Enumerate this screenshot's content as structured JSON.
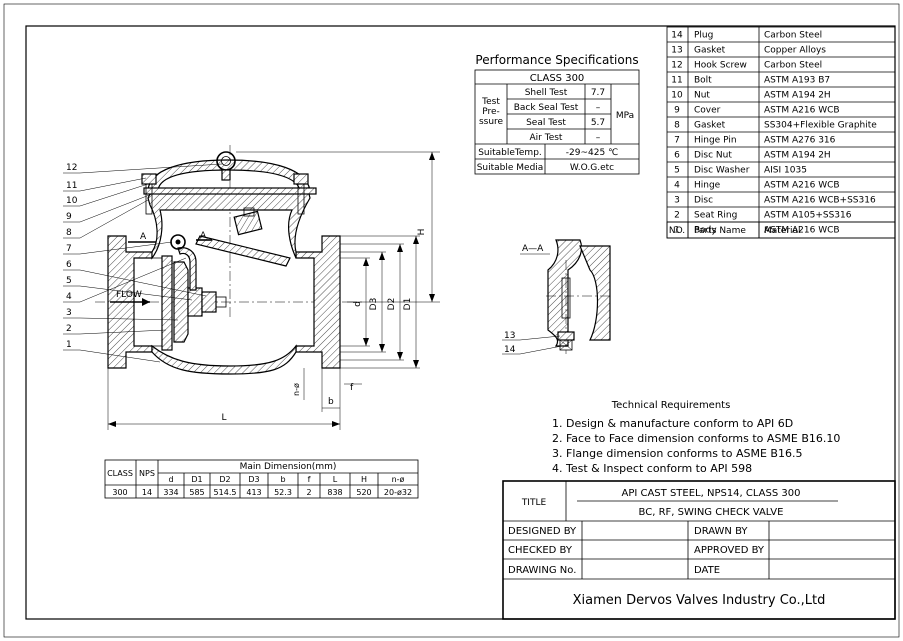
{
  "parts_list": {
    "header": {
      "no": "NO.",
      "name": "Parts Name",
      "material": "Material"
    },
    "rows": [
      {
        "no": "14",
        "name": "Plug",
        "material": "Carbon Steel"
      },
      {
        "no": "13",
        "name": "Gasket",
        "material": "Copper Alloys"
      },
      {
        "no": "12",
        "name": "Hook Screw",
        "material": "Carbon Steel"
      },
      {
        "no": "11",
        "name": "Bolt",
        "material": "ASTM A193 B7"
      },
      {
        "no": "10",
        "name": "Nut",
        "material": "ASTM A194 2H"
      },
      {
        "no": "9",
        "name": "Cover",
        "material": "ASTM A216 WCB"
      },
      {
        "no": "8",
        "name": "Gasket",
        "material": "SS304+Flexible Graphite"
      },
      {
        "no": "7",
        "name": "Hinge Pin",
        "material": "ASTM A276 316"
      },
      {
        "no": "6",
        "name": "Disc Nut",
        "material": "ASTM A194 2H"
      },
      {
        "no": "5",
        "name": "Disc Washer",
        "material": "AISI 1035"
      },
      {
        "no": "4",
        "name": "Hinge",
        "material": "ASTM A216 WCB"
      },
      {
        "no": "3",
        "name": "Disc",
        "material": "ASTM A216 WCB+SS316"
      },
      {
        "no": "2",
        "name": "Seat Ring",
        "material": "ASTM A105+SS316"
      },
      {
        "no": "1",
        "name": "Body",
        "material": "ASTM A216 WCB"
      }
    ]
  },
  "performance": {
    "title": "Performance Specifications",
    "class_label": "CLASS 300",
    "test_pressure_label": [
      "Test",
      "Pre-",
      "ssure"
    ],
    "tests": [
      {
        "name": "Shell Test",
        "value": "7.7"
      },
      {
        "name": "Back Seal Test",
        "value": "–"
      },
      {
        "name": "Seal Test",
        "value": "5.7"
      },
      {
        "name": "Air Test",
        "value": "–"
      }
    ],
    "unit": "MPa",
    "temp_label": "SuitableTemp.",
    "temp_value": "-29~425 ℃",
    "media_label": "Suitable Media",
    "media_value": "W.O.G.etc"
  },
  "technical_requirements": {
    "title": "Technical Requirements",
    "items": [
      "1. Design & manufacture conform to API 6D",
      "2. Face to Face dimension conforms to ASME B16.10",
      "3. Flange dimension conforms to ASME B16.5",
      "4. Test & Inspect conform to API 598"
    ]
  },
  "dimensions_table": {
    "class_label": "CLASS",
    "nps_label": "NPS",
    "group_label": "Main Dimension(mm)",
    "columns": [
      "d",
      "D1",
      "D2",
      "D3",
      "b",
      "f",
      "L",
      "H",
      "n-ø"
    ],
    "row": {
      "class": "300",
      "nps": "14",
      "values": [
        "334",
        "585",
        "514.5",
        "413",
        "52.3",
        "2",
        "838",
        "520",
        "20-ø32"
      ]
    }
  },
  "title_block": {
    "title_label": "TITLE",
    "title_line1": "API CAST STEEL, NPS14, CLASS 300",
    "title_line2": "BC, RF, SWING CHECK VALVE",
    "designed_by": "DESIGNED BY",
    "drawn_by": "DRAWN BY",
    "checked_by": "CHECKED BY",
    "approved_by": "APPROVED BY",
    "drawing_no": "DRAWING No.",
    "date": "DATE",
    "company": "Xiamen Dervos Valves Industry Co.,Ltd"
  },
  "drawing": {
    "balloons": [
      "12",
      "11",
      "10",
      "9",
      "8",
      "7",
      "6",
      "5",
      "4",
      "3",
      "2",
      "1"
    ],
    "flow_label": "FLOW",
    "section_mark": "A",
    "section_title": "A—A",
    "section_balloons": [
      "13",
      "14"
    ],
    "dim_labels": {
      "H": "H",
      "L": "L",
      "d": "d",
      "D3": "D3",
      "D2": "D2",
      "D1": "D1",
      "n_phi": "n-ø",
      "b": "b",
      "f": "f"
    }
  }
}
